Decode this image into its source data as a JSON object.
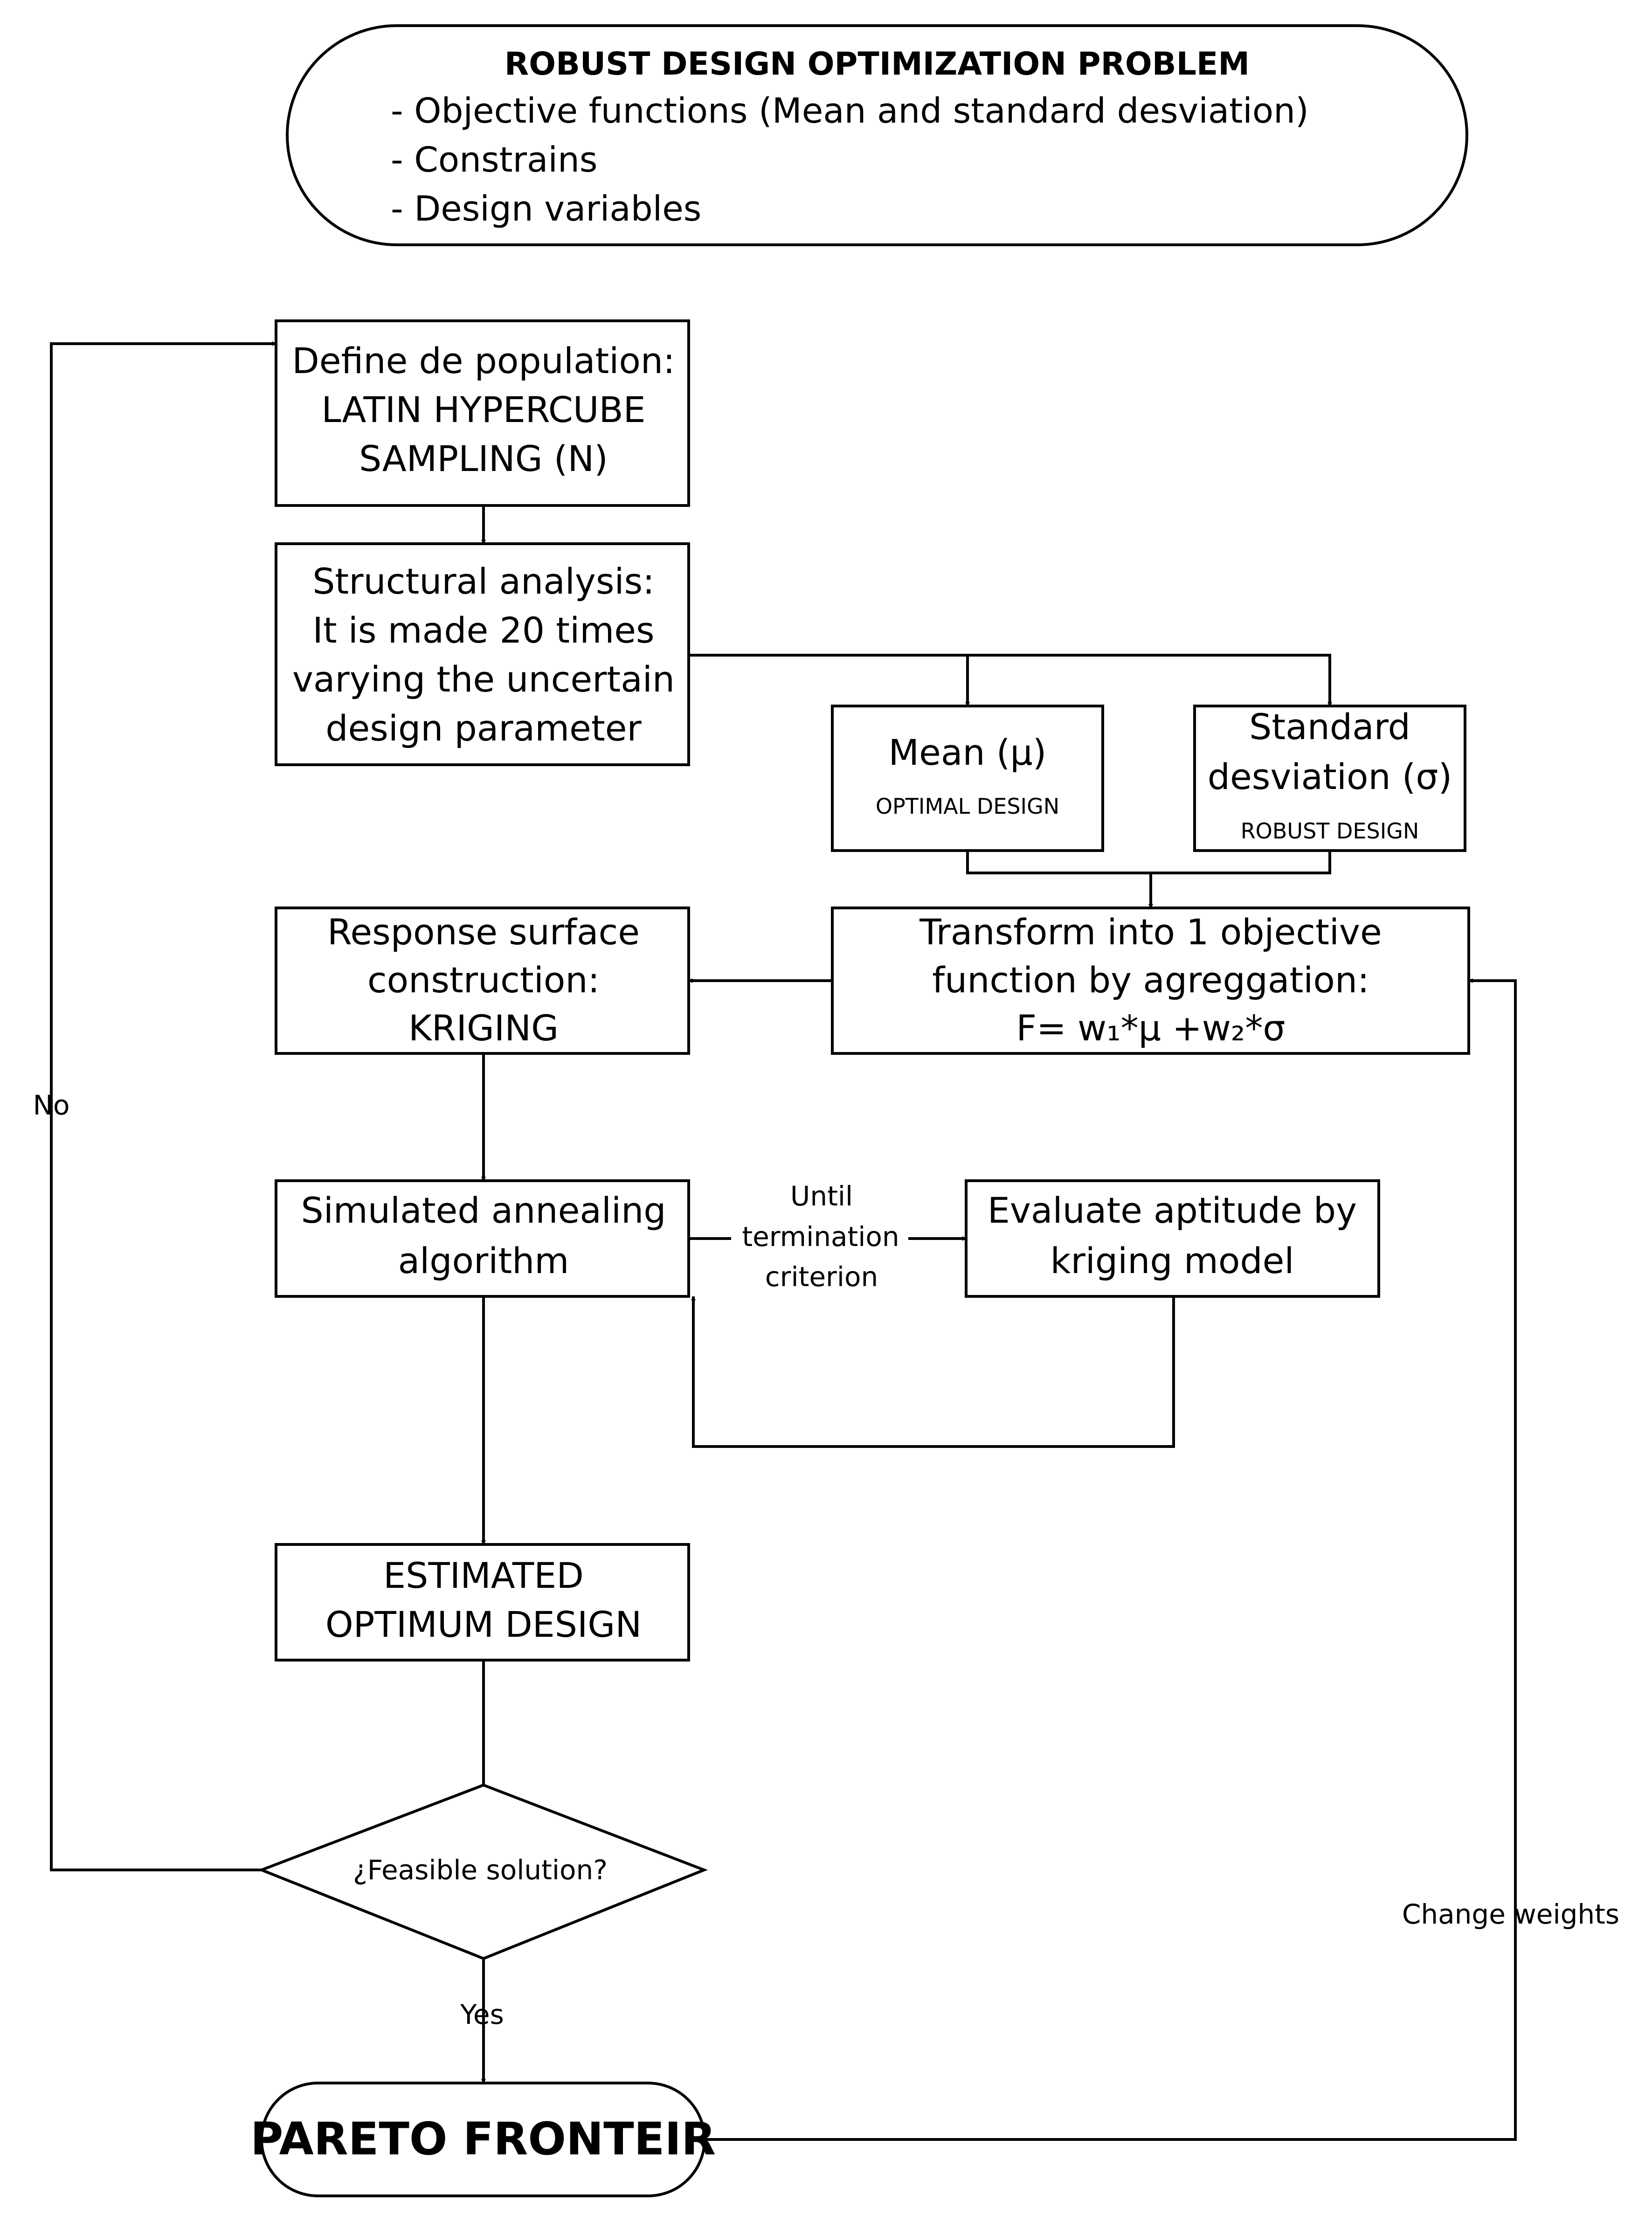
{
  "problem": {
    "title": "ROBUST DESIGN OPTIMIZATION PROBLEM",
    "items": [
      "- Objective functions (Mean and standard desviation)",
      "- Constrains",
      "- Design variables"
    ]
  },
  "nodes": {
    "population": [
      "Define de population:",
      "LATIN HYPERCUBE",
      "SAMPLING (N)"
    ],
    "structural": [
      "Structural analysis:",
      "It is made 20 times",
      "varying the uncertain",
      "design parameter"
    ],
    "mean": {
      "label": "Mean (μ)",
      "sub": "OPTIMAL DESIGN"
    },
    "std": {
      "label": [
        "Standard",
        "desviation (σ)"
      ],
      "sub": "ROBUST DESIGN"
    },
    "transform": [
      "Transform into 1 objective",
      "function by agreggation:",
      "F= w₁*μ +w₂*σ"
    ],
    "response": [
      "Response surface",
      "construction:",
      "KRIGING"
    ],
    "annealing": [
      "Simulated annealing",
      "algorithm"
    ],
    "evaluate": [
      "Evaluate aptitude by",
      "kriging model"
    ],
    "estimated": [
      "ESTIMATED",
      "OPTIMUM DESIGN"
    ],
    "decision": "¿Feasible solution?",
    "pareto": "PARETO FRONTEIR"
  },
  "edges": {
    "no": "No",
    "yes": "Yes",
    "until": [
      "Until",
      "termination",
      "criterion"
    ],
    "change_weights": "Change weights"
  },
  "colors": {
    "stroke": "#000000",
    "fill": "#ffffff",
    "background": "#ffffff"
  }
}
